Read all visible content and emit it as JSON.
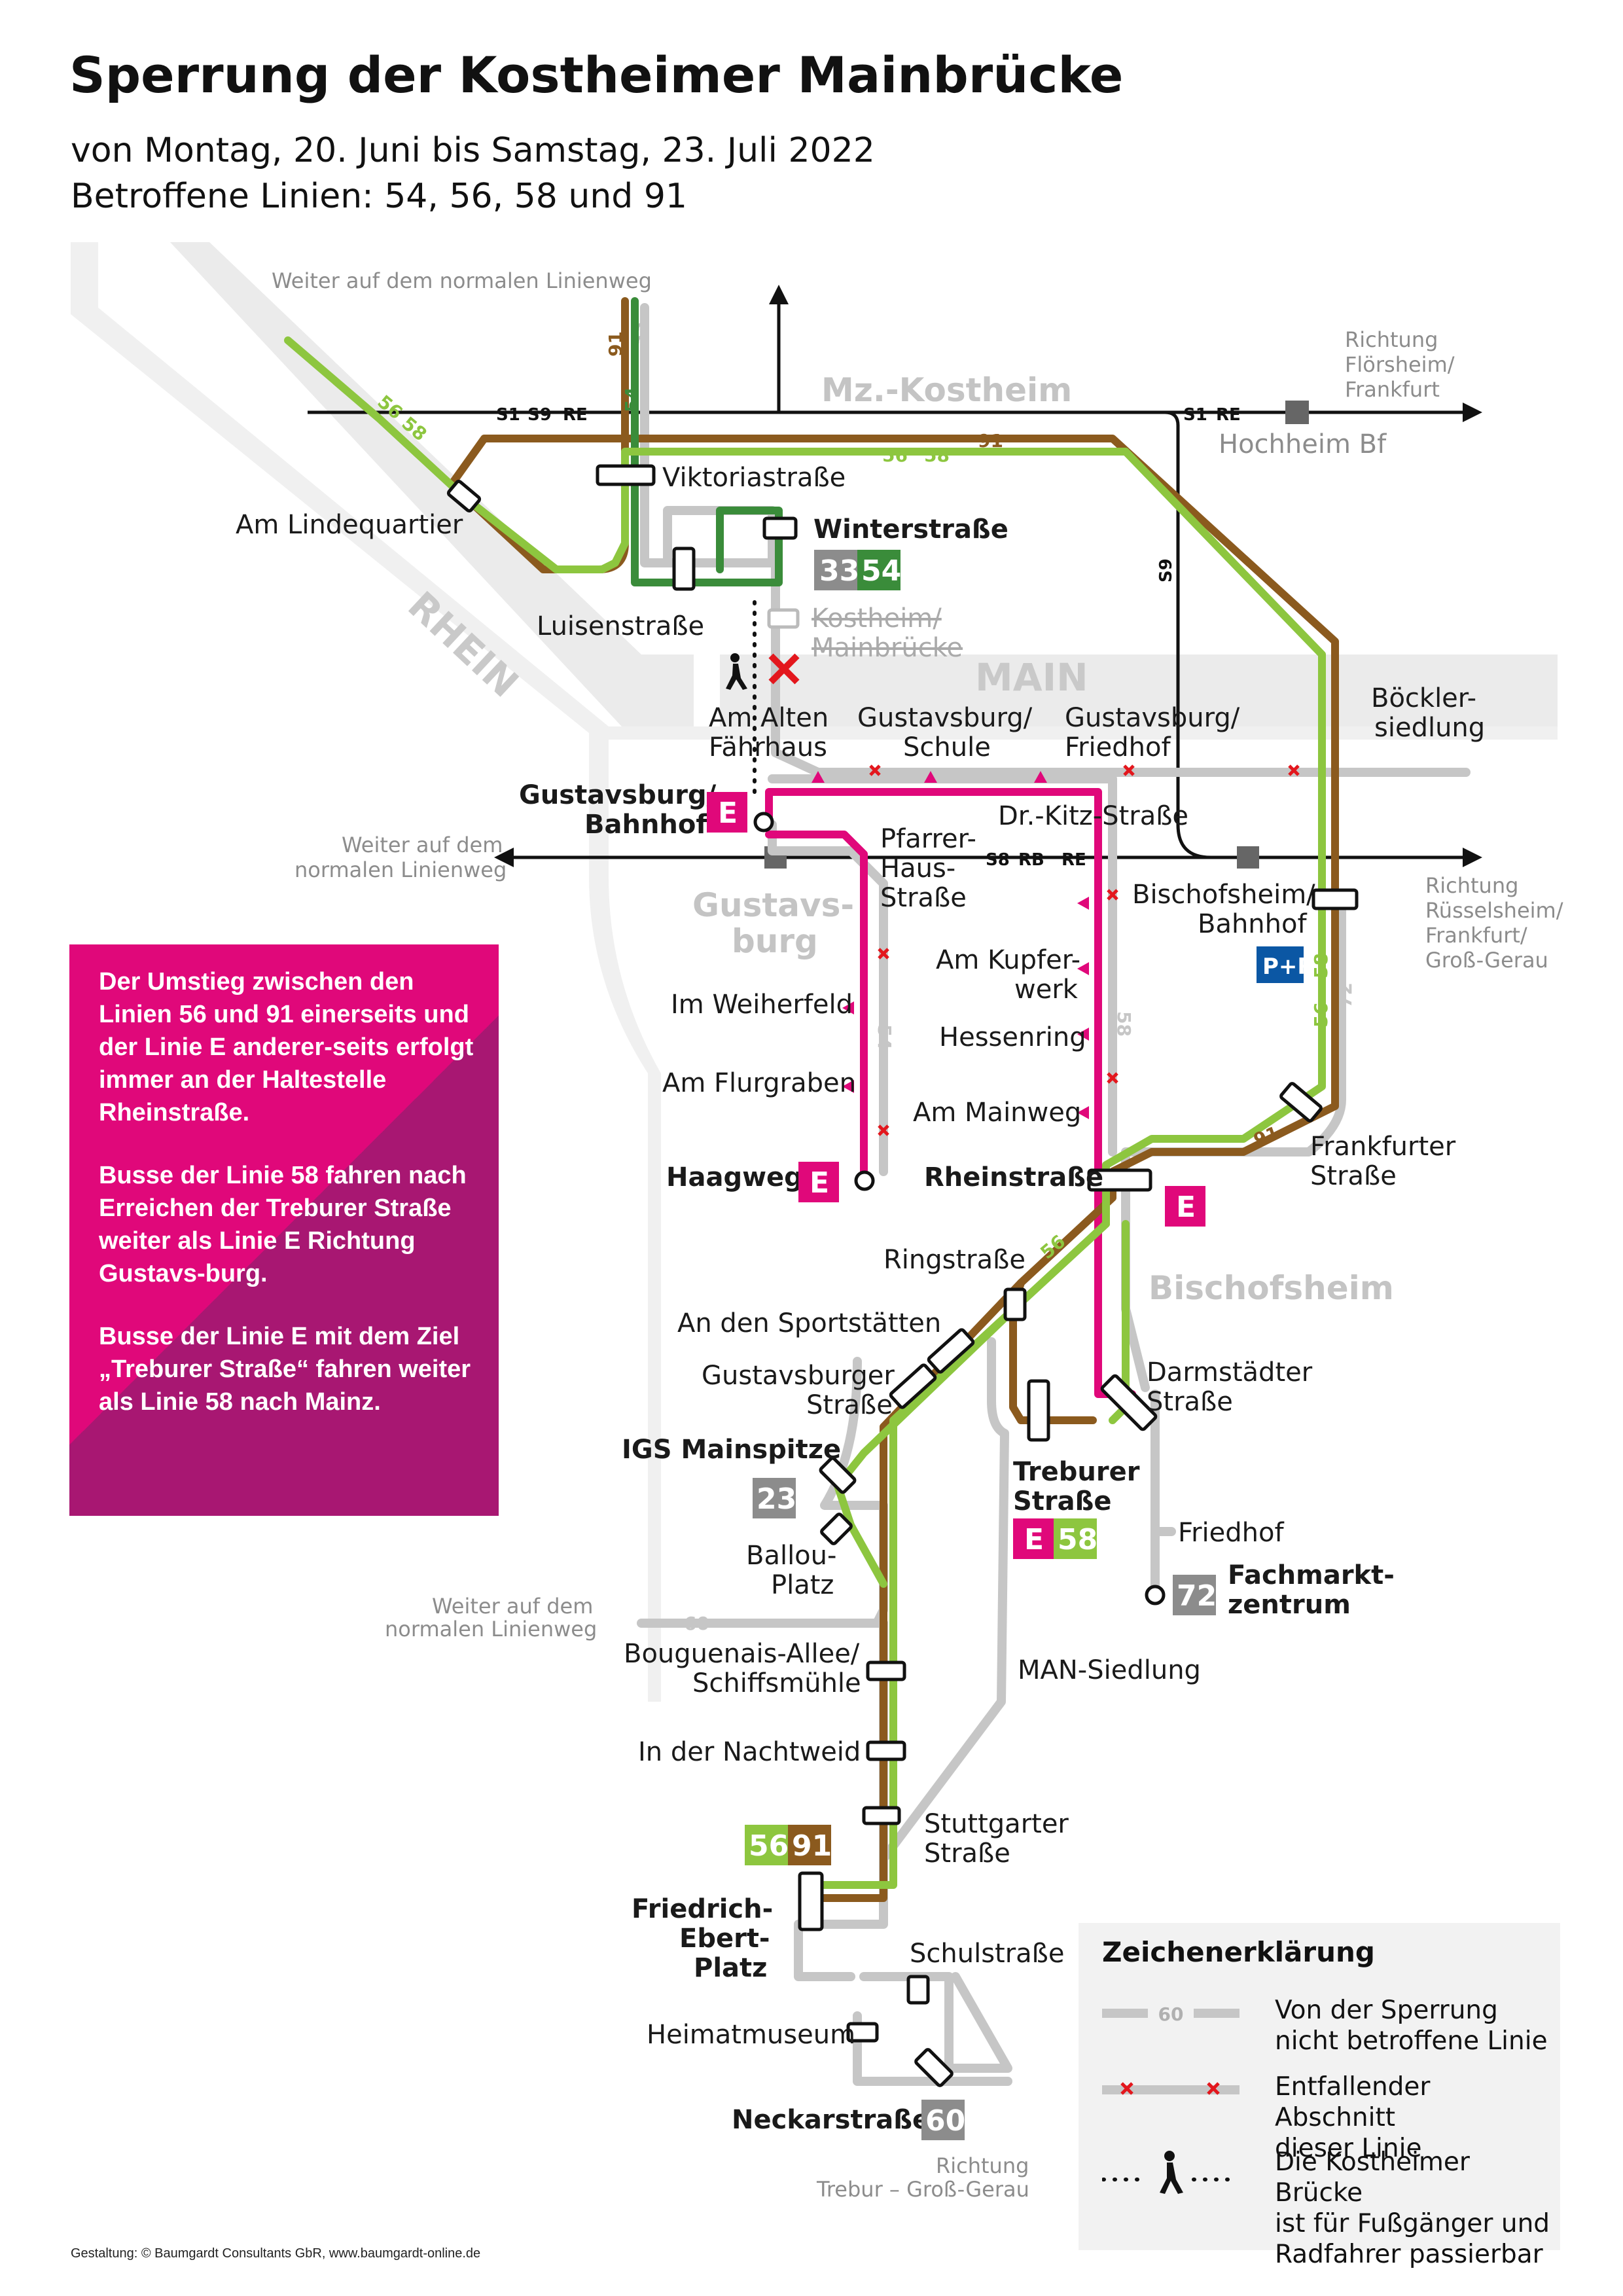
{
  "header": {
    "title": "Sperrung der Kostheimer Mainbrücke",
    "subtitle": "von Montag, 20. Juni bis Samstag, 23. Juli 2022",
    "affected": "Betroffene Linien: 54, 56, 58 und 91"
  },
  "colors": {
    "line_56_58": "#8dc63f",
    "line_91": "#8b5a1e",
    "line_54": "#3a8c3a",
    "line_E": "#e0087a",
    "unaffected": "#c6c6c6",
    "cancelled_marker": "#e3171d",
    "road": "#e8e8e8",
    "river": "#ebebeb"
  },
  "map": {
    "towns": {
      "kostheim": "Mz.-Kostheim",
      "gustavsburg_1": "Gustavs-",
      "gustavsburg_2": "burg",
      "bischofsheim": "Bischofsheim"
    },
    "rivers": {
      "rhein": "RHEIN",
      "main": "MAIN"
    },
    "notes": {
      "north": "Weiter auf dem normalen Linienweg",
      "west_1": "Weiter auf dem",
      "west_2": "normalen Linienweg",
      "south_1": "Weiter auf dem",
      "south_2": "normalen Linienweg",
      "floersheim_1": "Richtung",
      "floersheim_2": "Flörsheim/",
      "floersheim_3": "Frankfurt",
      "ruesselsheim_1": "Richtung",
      "ruesselsheim_2": "Rüsselsheim/",
      "ruesselsheim_3": "Frankfurt/",
      "ruesselsheim_4": "Groß-Gerau",
      "trebur_1": "Richtung",
      "trebur_2": "Trebur – Groß-Gerau"
    },
    "rail_labels": {
      "r1_a": "S1",
      "r1_b": "S9",
      "r1_c": "RE",
      "r2_a": "S1",
      "r2_b": "RE",
      "r3_a": "S8",
      "r3_b": "RB",
      "r3_c": "RE",
      "vert": "S9"
    },
    "stops": {
      "lindequartier": "Am Lindequartier",
      "viktoriastrasse": "Viktoriastraße",
      "winterstrasse": "Winterstraße",
      "luisenstrasse": "Luisenstraße",
      "hochheim": "Hochheim Bf",
      "kostheim_bruecke_1": "Kostheim/",
      "kostheim_bruecke_2": "Mainbrücke",
      "faehrhaus_1": "Am Alten",
      "faehrhaus_2": "Fährhaus",
      "gus_schule_1": "Gustavsburg/",
      "gus_schule_2": "Schule",
      "gus_friedhof_1": "Gustavsburg/",
      "gus_friedhof_2": "Friedhof",
      "boeckler_1": "Böckler-",
      "boeckler_2": "siedlung",
      "gus_bahnhof_1": "Gustavsburg/",
      "gus_bahnhof_2": "Bahnhof",
      "drkitz": "Dr.-Kitz-Straße",
      "pfarrer_1": "Pfarrer-",
      "pfarrer_2": "Haus-",
      "pfarrer_3": "Straße",
      "bisch_bahnhof_1": "Bischofsheim/",
      "bisch_bahnhof_2": "Bahnhof",
      "pr": "P+R",
      "kupferwerk_1": "Am Kupfer-",
      "kupferwerk_2": "werk",
      "weiherfeld": "Im Weiherfeld",
      "hessenring": "Hessenring",
      "flurgraben": "Am Flurgraben",
      "mainweg": "Am Mainweg",
      "haagweg": "Haagweg",
      "rheinstrasse": "Rheinstraße",
      "frankfurter_1": "Frankfurter",
      "frankfurter_2": "Straße",
      "ringstrasse": "Ringstraße",
      "sportstaetten": "An den Sportstätten",
      "gusburger_1": "Gustavsburger",
      "gusburger_2": "Straße",
      "darmst_1": "Darmstädter",
      "darmst_2": "Straße",
      "igs": "IGS Mainspitze",
      "treburer_1": "Treburer",
      "treburer_2": "Straße",
      "friedhof": "Friedhof",
      "ballou_1": "Ballou-",
      "ballou_2": "Platz",
      "fachmarkt_1": "Fachmarkt-",
      "fachmarkt_2": "zentrum",
      "bouguenais_1": "Bouguenais-Allee/",
      "bouguenais_2": "Schiffsmühle",
      "mansiedlung": "MAN-Siedlung",
      "nachtweid": "In der Nachtweid",
      "stuttgarter_1": "Stuttgarter",
      "stuttgarter_2": "Straße",
      "fep_1": "Friedrich-",
      "fep_2": "Ebert-",
      "fep_3": "Platz",
      "schulstrasse": "Schulstraße",
      "heimatmuseum": "Heimatmuseum",
      "neckarstrasse": "Neckarstraße"
    },
    "badges": {
      "b33": "33",
      "b54": "54",
      "b23": "23",
      "b72": "72",
      "b60": "60",
      "b56": "56",
      "b91": "91",
      "b58": "58",
      "e": "E"
    },
    "line_nums": {
      "n56": "56",
      "n58": "58",
      "n91": "91",
      "n54": "54",
      "n33": "33",
      "n72": "72",
      "n60": "60"
    }
  },
  "info_box": {
    "p1": "Der Umstieg zwischen den Linien 56 und 91 einerseits und der Linie E anderer-seits erfolgt immer an der Haltestelle Rheinstraße.",
    "p2": "Busse der Linie 58 fahren nach Erreichen der Treburer Straße weiter als Linie E Richtung Gustavs-burg.",
    "p3": "Busse der Linie E mit dem Ziel „Treburer Straße“ fahren weiter als Linie 58 nach Mainz."
  },
  "legend": {
    "title": "Zeichenerklärung",
    "item1_line": "60",
    "item1_a": "Von der Sperrung",
    "item1_b": "nicht betroffene Linie",
    "item2_a": "Entfallender Abschnitt",
    "item2_b": "dieser Linie",
    "item3_a": "Die Kostheimer Brücke",
    "item3_b": "ist für Fußgänger und",
    "item3_c": "Radfahrer passierbar"
  },
  "credit": "Gestaltung: © Baumgardt Consultants GbR, www.baumgardt-online.de"
}
